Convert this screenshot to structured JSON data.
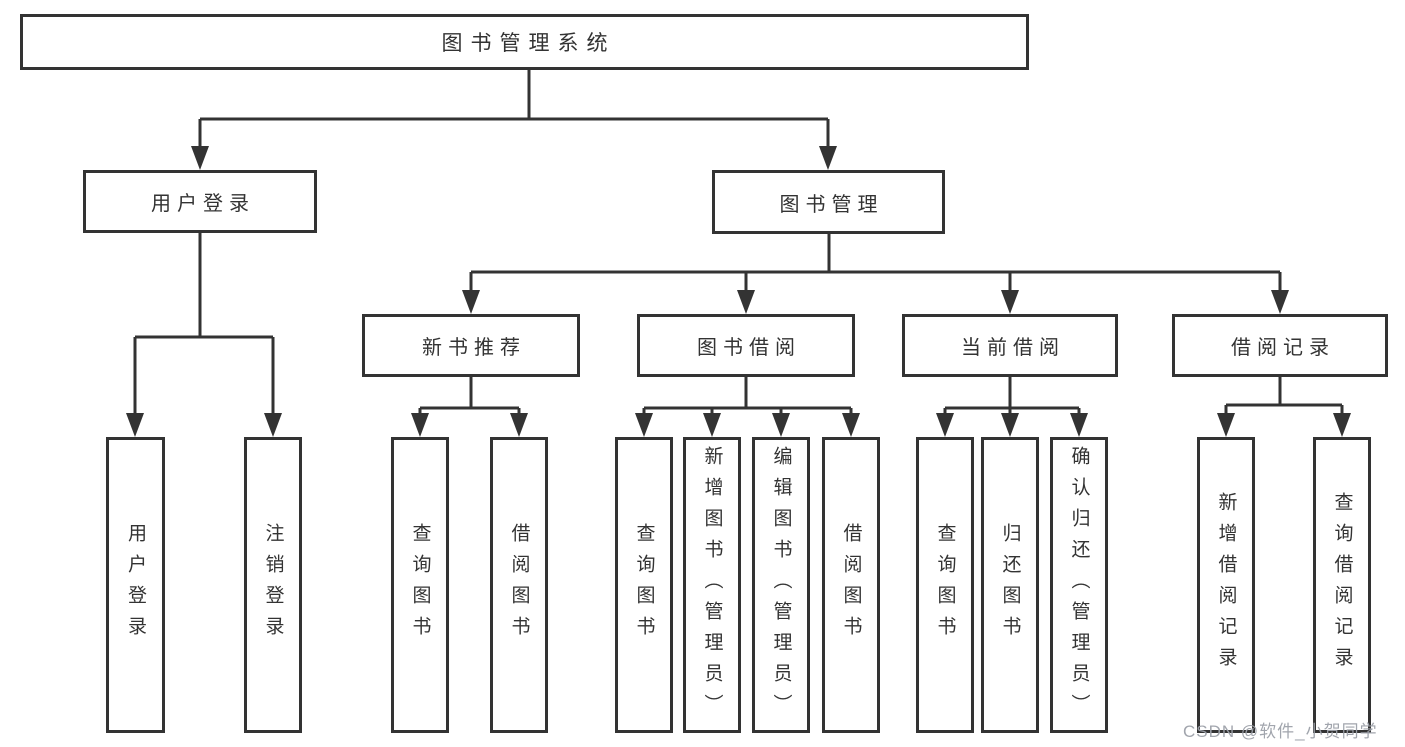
{
  "diagram": {
    "type": "hierarchy-tree",
    "colors": {
      "line": "#333333",
      "box_background": "#ffffff",
      "text": "#333333",
      "watermark_text": "#9da1a9"
    },
    "nodes": {
      "root": "图书管理系统",
      "user_login": "用户登录",
      "book_mgmt": "图书管理",
      "new_book_rec": "新书推荐",
      "book_borrow": "图书借阅",
      "current_borrow": "当前借阅",
      "borrow_record": "借阅记录",
      "user_login_action": "用户登录",
      "logout_action": "注销登录",
      "nbr_query_book": "查询图书",
      "nbr_borrow_book": "借阅图书",
      "bb_query_book": "查询图书",
      "bb_add_book": "新增图书（管理员）",
      "bb_edit_book": "编辑图书（管理员）",
      "bb_borrow_book": "借阅图书",
      "cb_query_book": "查询图书",
      "cb_return_book": "归还图书",
      "cb_confirm_return": "确认归还（管理员）",
      "br_add_record": "新增借阅记录",
      "br_query_record": "查询借阅记录"
    },
    "structure": {
      "图书管理系统": {
        "用户登录": [
          "用户登录",
          "注销登录"
        ],
        "图书管理": {
          "新书推荐": [
            "查询图书",
            "借阅图书"
          ],
          "图书借阅": [
            "查询图书",
            "新增图书（管理员）",
            "编辑图书（管理员）",
            "借阅图书"
          ],
          "当前借阅": [
            "查询图书",
            "归还图书",
            "确认归还（管理员）"
          ],
          "借阅记录": [
            "新增借阅记录",
            "查询借阅记录"
          ]
        }
      }
    }
  },
  "watermark": "CSDN @软件_小贺同学"
}
